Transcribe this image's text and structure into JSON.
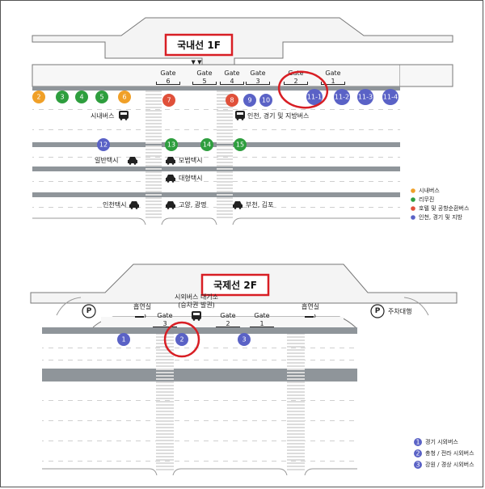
{
  "colors": {
    "orange": "#f0a028",
    "green": "#2e9e3e",
    "red": "#e0503a",
    "blue": "#5a62c6",
    "highlight": "#d81e24",
    "road": "#8f959a",
    "building": "#f2f2f2"
  },
  "domestic": {
    "title": "국내선 1F",
    "gates": [
      "Gate",
      "6",
      "5",
      "4",
      "3",
      "2",
      "1"
    ],
    "bus_stops": [
      {
        "label": "2",
        "color": "orange"
      },
      {
        "label": "3",
        "color": "green"
      },
      {
        "label": "4",
        "color": "green"
      },
      {
        "label": "5",
        "color": "green"
      },
      {
        "label": "6",
        "color": "orange"
      },
      {
        "label": "7",
        "color": "red"
      },
      {
        "label": "8",
        "color": "red"
      },
      {
        "label": "9",
        "color": "blue"
      },
      {
        "label": "10",
        "color": "blue"
      },
      {
        "label": "11-1",
        "color": "blue"
      },
      {
        "label": "11-2",
        "color": "blue"
      },
      {
        "label": "11-3",
        "color": "blue"
      },
      {
        "label": "11-4",
        "color": "blue"
      }
    ],
    "row2_stops": [
      {
        "label": "12",
        "color": "blue"
      },
      {
        "label": "13",
        "color": "green"
      },
      {
        "label": "14",
        "color": "green"
      },
      {
        "label": "15",
        "color": "green"
      }
    ],
    "labels": {
      "city_bus": "시내버스",
      "incheon_bus": "인천, 경기 및 지방버스",
      "general_taxi": "일반택시",
      "model_taxi": "모범택시",
      "large_taxi": "대형택시",
      "incheon_taxi": "인천택시",
      "goyang_taxi": "고양, 광명",
      "bucheon_taxi": "부천, 김포"
    },
    "legend": [
      {
        "text": "시내버스",
        "color": "orange"
      },
      {
        "text": "리무진",
        "color": "green"
      },
      {
        "text": "호텔 및 공항순환버스",
        "color": "red"
      },
      {
        "text": "인천, 경기 및 지방",
        "color": "blue"
      }
    ]
  },
  "international": {
    "title": "국제선 2F",
    "gate_word": "Gate",
    "gates": [
      "3",
      "2",
      "1"
    ],
    "smoking_left": "흡연실",
    "smoking_right": "흡연실",
    "bus_waiting": "시외버스 대기소",
    "bus_waiting_sub": "(승차권 발권)",
    "parking": "P",
    "valet": "주차대행",
    "stops": [
      {
        "label": "1",
        "color": "blue"
      },
      {
        "label": "2",
        "color": "blue"
      },
      {
        "label": "3",
        "color": "blue"
      }
    ],
    "legend": [
      {
        "num": "1",
        "text": "경기 시외버스"
      },
      {
        "num": "2",
        "text": "충청 / 전라 시외버스"
      },
      {
        "num": "3",
        "text": "강원 / 경상 시외버스"
      }
    ]
  }
}
